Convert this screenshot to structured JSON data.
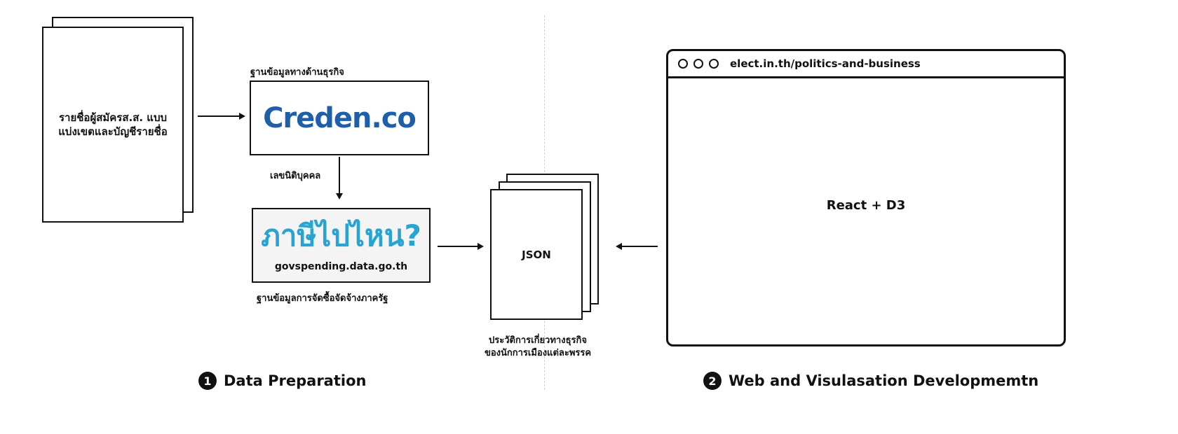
{
  "source_doc": {
    "text": "รายชื่อผู้สมัครส.ส. แบบ\nแบ่งเขตและบัญชีรายชื่อ"
  },
  "creden": {
    "label_above": "ฐานข้อมูลทางด้านธุรกิจ",
    "logo_text": "Creden.co",
    "logo_color": "#1f5fa8"
  },
  "link_label": "เลขนิติบุคคล",
  "govspending": {
    "logo_text": "ภาษีไปไหน?",
    "logo_color": "#29a3d1",
    "url_text": "govspending.data.go.th",
    "label_below": "ฐานข้อมูลการจัดซื้อจัดจ้างภาครัฐ"
  },
  "json_doc": {
    "text": "JSON",
    "caption": "ประวัติการเกี่ยวทางธุรกิจ\nของนักการเมืองแต่ละพรรค"
  },
  "browser": {
    "url": "elect.in.th/politics-and-business",
    "content": "React + D3"
  },
  "steps": [
    {
      "number": "1",
      "title": "Data Preparation"
    },
    {
      "number": "2",
      "title": "Web and Visulasation Developmemtn"
    }
  ]
}
